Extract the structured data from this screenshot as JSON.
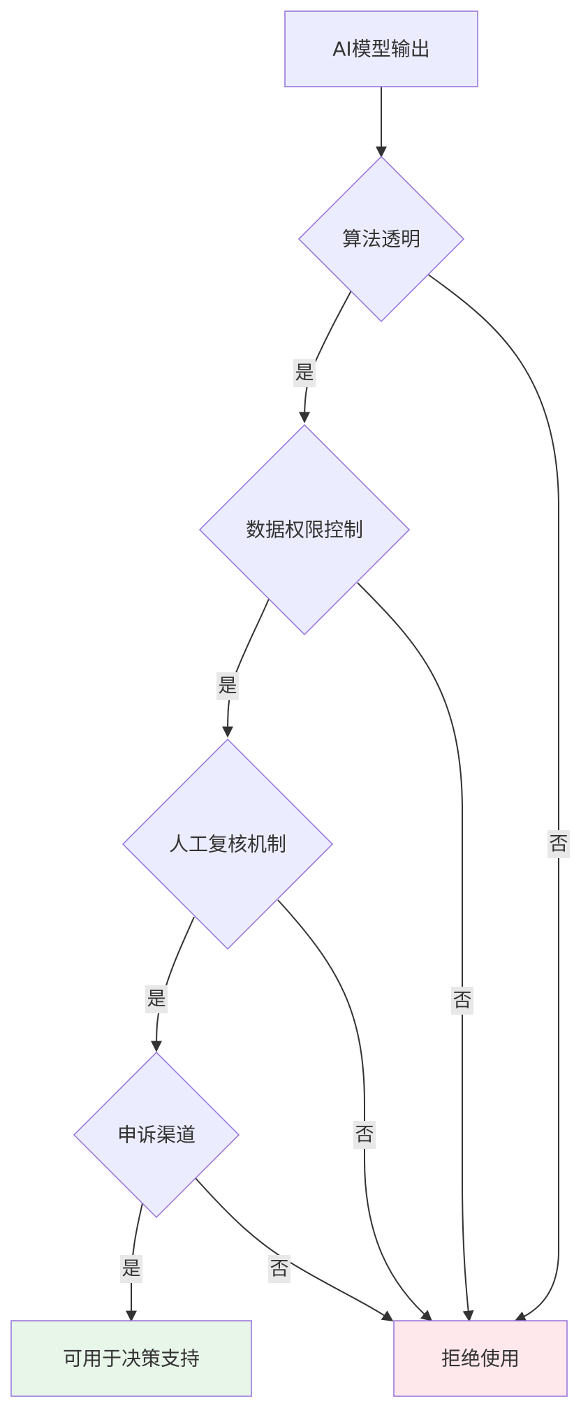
{
  "diagram": {
    "nodes": {
      "ai_output": {
        "label": "AI模型输出",
        "shape": "rect"
      },
      "algo_transparent": {
        "label": "算法透明",
        "shape": "diamond"
      },
      "data_permission": {
        "label": "数据权限控制",
        "shape": "diamond"
      },
      "manual_review": {
        "label": "人工复核机制",
        "shape": "diamond"
      },
      "appeal_channel": {
        "label": "申诉渠道",
        "shape": "diamond"
      },
      "decision_support": {
        "label": "可用于决策支持",
        "shape": "rect"
      },
      "reject_use": {
        "label": "拒绝使用",
        "shape": "rect"
      }
    },
    "edges": [
      {
        "from": "ai_output",
        "to": "algo_transparent",
        "label": ""
      },
      {
        "from": "algo_transparent",
        "to": "data_permission",
        "label": "是"
      },
      {
        "from": "algo_transparent",
        "to": "reject_use",
        "label": "否"
      },
      {
        "from": "data_permission",
        "to": "manual_review",
        "label": "是"
      },
      {
        "from": "data_permission",
        "to": "reject_use",
        "label": "否"
      },
      {
        "from": "manual_review",
        "to": "appeal_channel",
        "label": "是"
      },
      {
        "from": "manual_review",
        "to": "reject_use",
        "label": "否"
      },
      {
        "from": "appeal_channel",
        "to": "decision_support",
        "label": "是"
      },
      {
        "from": "appeal_channel",
        "to": "reject_use",
        "label": "否"
      }
    ],
    "colors": {
      "default_fill": "#ececff",
      "default_stroke": "#9370db",
      "success_fill": "#e8f5e9",
      "success_stroke": "#9370db",
      "reject_fill": "#ffe8ec",
      "reject_stroke": "#9370db",
      "edge": "#333333",
      "edge_label_bg": "#e8e8e8",
      "text": "#333333"
    }
  }
}
